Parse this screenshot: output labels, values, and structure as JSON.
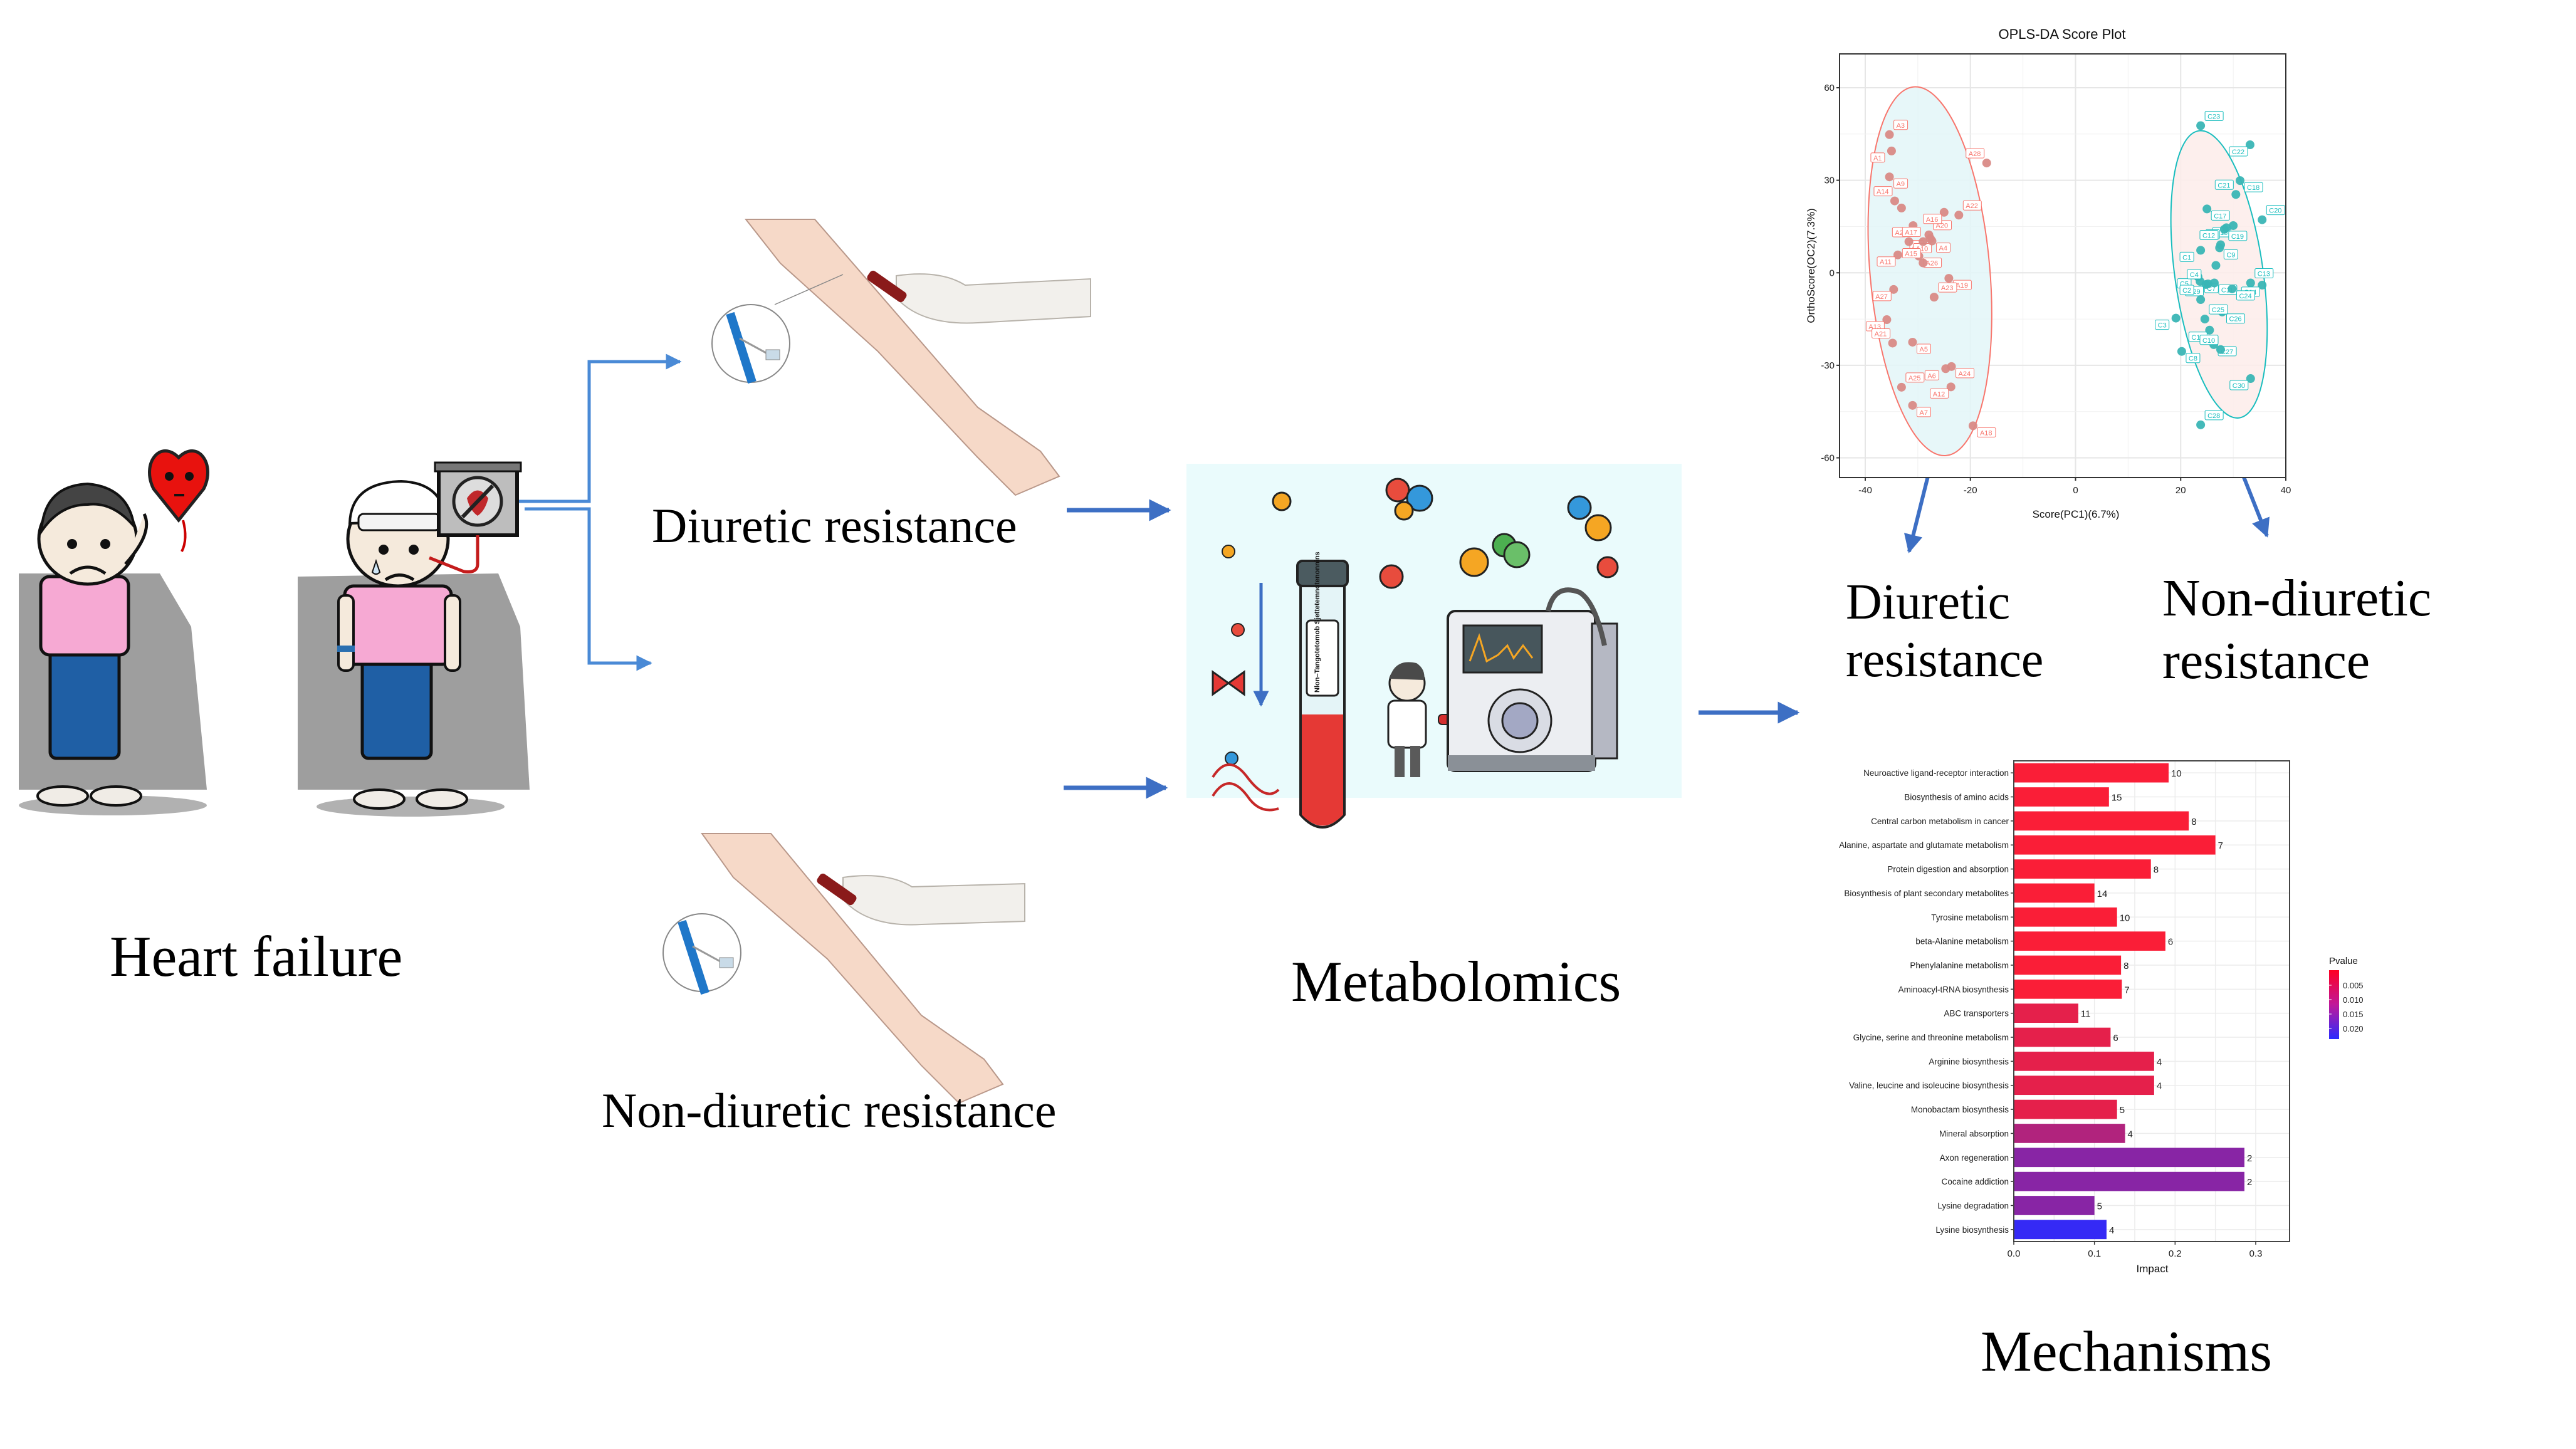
{
  "labels": {
    "heart_failure": "Heart failure",
    "diuretic_resistance": "Diuretic resistance",
    "non_diuretic_resistance": "Non-diuretic resistance",
    "metabolomics": "Metabolomics",
    "mechanisms": "Mechanisms",
    "group_diuretic_line1": "Diuretic",
    "group_diuretic_line2": "resistance",
    "group_non_diuretic_line1": "Non-diuretic",
    "group_non_diuretic_line2": "resistance"
  },
  "illustrations": {
    "patient_1": "sad-patient-with-heart-balloon",
    "patient_2": "patient-with-bandage-and-no-heart-sign",
    "blood_draw_top": "venous-blood-sampling",
    "blood_draw_bottom": "venous-blood-sampling",
    "metabolomics_scene": "scientist-with-blood-tube-and-mass-spectrometer",
    "tube_label": "Nlon–Tangotetomob Sjettetemnotenonnins"
  },
  "colors": {
    "arrow_blue": "#3d6fc4",
    "connector_blue": "#4a8ad6",
    "group_a": "#f8766d",
    "group_c": "#19bdbe",
    "ellipse_a_fill": "#e3f6f8",
    "ellipse_c_fill": "#fdecea",
    "pvalue_low": "#ff0022",
    "pvalue_high": "#2b2bff"
  },
  "chart_data": [
    {
      "type": "scatter",
      "title": "OPLS-DA Score Plot",
      "xlabel": "Score(PC1)(6.7%)",
      "ylabel": "OrthoScore(OC2)(7.3%)",
      "xlim": [
        -45,
        40
      ],
      "ylim": [
        -69,
        69
      ],
      "xticks": [
        -40,
        -20,
        0,
        20,
        40
      ],
      "yticks": [
        -60,
        -30,
        0,
        30,
        60
      ],
      "grid": true,
      "series": [
        {
          "name": "A",
          "color": "#f8766d",
          "points": [
            {
              "label": "A3",
              "x": -35.4,
              "y": 44.8
            },
            {
              "label": "A1",
              "x": -35.0,
              "y": 39.5
            },
            {
              "label": "A9",
              "x": -35.4,
              "y": 31.1
            },
            {
              "label": "A14",
              "x": -34.4,
              "y": 23.3
            },
            {
              "label": "",
              "x": -33.1,
              "y": 21.0
            },
            {
              "label": "A2",
              "x": -30.9,
              "y": 15.3
            },
            {
              "label": "A20",
              "x": -27.9,
              "y": 12.3
            },
            {
              "label": "A8",
              "x": -27.6,
              "y": 11.1
            },
            {
              "label": "A10",
              "x": -31.7,
              "y": 10.1
            },
            {
              "label": "A17",
              "x": -29.0,
              "y": 10.1
            },
            {
              "label": "A4",
              "x": -27.3,
              "y": 10.3
            },
            {
              "label": "A16",
              "x": -25.0,
              "y": 19.6
            },
            {
              "label": "A22",
              "x": -22.2,
              "y": 18.7
            },
            {
              "label": "A11",
              "x": -33.8,
              "y": 5.8
            },
            {
              "label": "A26",
              "x": -29.8,
              "y": 5.4
            },
            {
              "label": "A15",
              "x": -29.0,
              "y": 3.2
            },
            {
              "label": "A19",
              "x": -24.1,
              "y": -1.8
            },
            {
              "label": "A27",
              "x": -34.6,
              "y": -5.4
            },
            {
              "label": "A23",
              "x": -26.9,
              "y": -7.9
            },
            {
              "label": "A13",
              "x": -35.9,
              "y": -15.2
            },
            {
              "label": "A5",
              "x": -31.0,
              "y": -22.5
            },
            {
              "label": "A21",
              "x": -34.8,
              "y": -22.8
            },
            {
              "label": "A24",
              "x": -23.6,
              "y": -30.4
            },
            {
              "label": "A6",
              "x": -24.7,
              "y": -31.1
            },
            {
              "label": "A25",
              "x": -33.1,
              "y": -37.1
            },
            {
              "label": "A12",
              "x": -23.7,
              "y": -37.0
            },
            {
              "label": "A7",
              "x": -31.0,
              "y": -43.0
            },
            {
              "label": "A28",
              "x": -16.9,
              "y": 35.6
            },
            {
              "label": "A18",
              "x": -19.5,
              "y": -49.6
            }
          ],
          "ellipse": {
            "cx": -27.7,
            "cy": 0.5,
            "rx": 11.4,
            "ry": 60,
            "angle_deg": -5
          }
        },
        {
          "name": "C",
          "color": "#19bdbe",
          "points": [
            {
              "label": "C23",
              "x": 23.8,
              "y": 47.7
            },
            {
              "label": "C22",
              "x": 33.2,
              "y": 41.5
            },
            {
              "label": "C18",
              "x": 31.3,
              "y": 29.9
            },
            {
              "label": "C21",
              "x": 30.5,
              "y": 25.4
            },
            {
              "label": "C17",
              "x": 25.0,
              "y": 20.7
            },
            {
              "label": "C15",
              "x": 30.0,
              "y": 15.3
            },
            {
              "label": "C20",
              "x": 35.5,
              "y": 17.2
            },
            {
              "label": "C6",
              "x": 28.7,
              "y": 14.6
            },
            {
              "label": "C19",
              "x": 28.3,
              "y": 14.1
            },
            {
              "label": "C12",
              "x": 27.6,
              "y": 9.1
            },
            {
              "label": "C9",
              "x": 27.4,
              "y": 8.1
            },
            {
              "label": "C1",
              "x": 23.8,
              "y": 7.3
            },
            {
              "label": "",
              "x": 26.7,
              "y": 2.4
            },
            {
              "label": "C5",
              "x": 23.3,
              "y": -1.3
            },
            {
              "label": "C7",
              "x": 23.7,
              "y": -2.8
            },
            {
              "label": "C4",
              "x": 25.2,
              "y": -3.6
            },
            {
              "label": "C11",
              "x": 26.4,
              "y": -3.3
            },
            {
              "label": "C29",
              "x": 24.8,
              "y": -3.8
            },
            {
              "label": "C13",
              "x": 33.3,
              "y": -3.3
            },
            {
              "label": "C14",
              "x": 35.5,
              "y": -4.0
            },
            {
              "label": "C24",
              "x": 29.8,
              "y": -5.2
            },
            {
              "label": "C2",
              "x": 23.8,
              "y": -8.7
            },
            {
              "label": "C26",
              "x": 27.9,
              "y": -12.7
            },
            {
              "label": "C3",
              "x": 19.1,
              "y": -14.7
            },
            {
              "label": "C25",
              "x": 24.6,
              "y": -15.0
            },
            {
              "label": "C16",
              "x": 25.5,
              "y": -18.6
            },
            {
              "label": "C27",
              "x": 26.3,
              "y": -23.3
            },
            {
              "label": "C10",
              "x": 27.6,
              "y": -24.9
            },
            {
              "label": "C8",
              "x": 20.2,
              "y": -25.5
            },
            {
              "label": "C30",
              "x": 33.3,
              "y": -34.3
            },
            {
              "label": "C28",
              "x": 23.8,
              "y": -49.3
            }
          ],
          "ellipse": {
            "cx": 27.3,
            "cy": -0.5,
            "rx": 8.4,
            "ry": 47,
            "angle_deg": -8
          }
        }
      ]
    },
    {
      "type": "bar",
      "orientation": "horizontal",
      "title": "",
      "xlabel": "Impact",
      "ylabel": "",
      "xlim": [
        0,
        0.34
      ],
      "xticks": [
        0.0,
        0.1,
        0.2,
        0.3
      ],
      "xtick_labels": [
        "0.0",
        "0.1",
        "0.2",
        "0.3"
      ],
      "grid": true,
      "legend": {
        "title": "Pvalue",
        "placement": "right",
        "ticks": [
          "0.005",
          "0.010",
          "0.015",
          "0.020"
        ],
        "range": [
          0.0015,
          0.022
        ]
      },
      "categories": [
        "Neuroactive ligand-receptor interaction",
        "Biosynthesis of amino acids",
        "Central carbon metabolism in cancer",
        "Alanine, aspartate and glutamate metabolism",
        "Protein digestion and absorption",
        "Biosynthesis of plant secondary metabolites",
        "Tyrosine metabolism",
        "beta-Alanine metabolism",
        "Phenylalanine metabolism",
        "Aminoacyl-tRNA biosynthesis",
        "ABC transporters",
        "Glycine, serine and threonine metabolism",
        "Arginine biosynthesis",
        "Valine, leucine and isoleucine biosynthesis",
        "Monobactam biosynthesis",
        "Mineral absorption",
        "Axon regeneration",
        "Cocaine addiction",
        "Lysine degradation",
        "Lysine biosynthesis"
      ],
      "values": [
        0.192,
        0.118,
        0.217,
        0.25,
        0.17,
        0.1,
        0.128,
        0.188,
        0.133,
        0.134,
        0.08,
        0.12,
        0.174,
        0.174,
        0.128,
        0.138,
        0.286,
        0.286,
        0.1,
        0.115
      ],
      "counts": [
        10,
        15,
        8,
        7,
        8,
        14,
        10,
        6,
        8,
        7,
        11,
        6,
        4,
        4,
        5,
        4,
        2,
        2,
        5,
        4
      ],
      "pvalues": [
        0.002,
        0.002,
        0.002,
        0.002,
        0.002,
        0.002,
        0.002,
        0.002,
        0.002,
        0.002,
        0.004,
        0.004,
        0.004,
        0.004,
        0.004,
        0.009,
        0.013,
        0.013,
        0.013,
        0.021
      ]
    }
  ]
}
